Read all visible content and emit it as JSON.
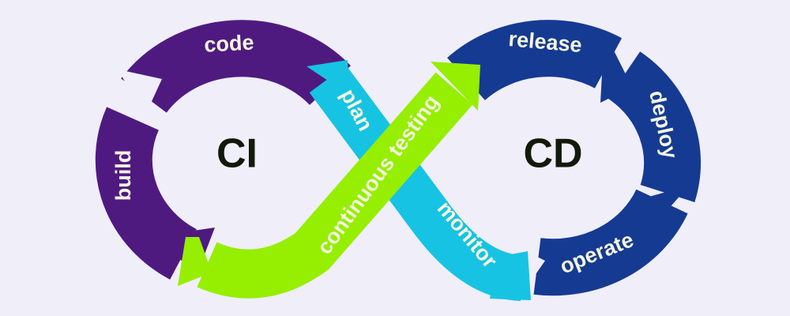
{
  "colors": {
    "background": "#f0eef9",
    "ci_loop": "#4f1a80",
    "cd_loop": "#153a92",
    "plan_monitor": "#17c3e3",
    "continuous_testing": "#96ee00",
    "label_text": "#f4f6e0",
    "center_text": "#111a0a"
  },
  "diagram": {
    "ci_label": "CI",
    "cd_label": "CD",
    "stages": {
      "code": "code",
      "build": "build",
      "continuous_testing": "continuous testing",
      "plan": "plan",
      "release": "release",
      "deploy": "deploy",
      "operate": "operate",
      "monitor": "monitor"
    }
  }
}
